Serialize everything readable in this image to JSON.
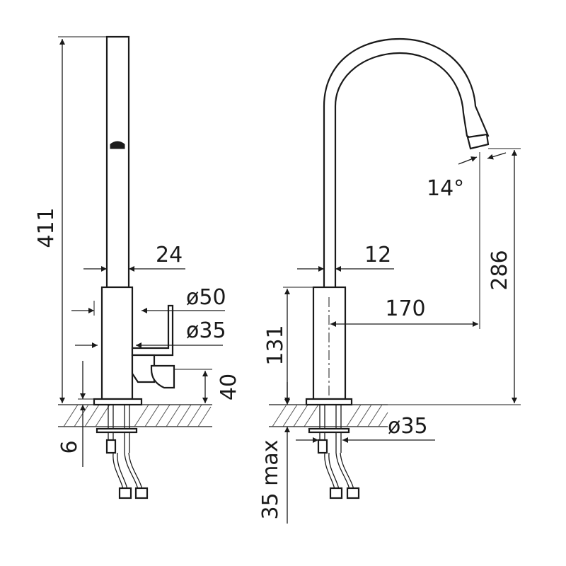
{
  "diagram": {
    "dimensions": {
      "total_height": "411",
      "spout_width_left": "24",
      "body_diameter": "ø50",
      "base_diameter": "ø35",
      "lever_height": "40",
      "base_thickness": "6",
      "body_height": "131",
      "spout_width_right": "12",
      "reach": "170",
      "spout_height": "286",
      "spout_angle": "14°",
      "hole_diameter": "ø35",
      "max_counter_thickness": "35 max"
    }
  }
}
